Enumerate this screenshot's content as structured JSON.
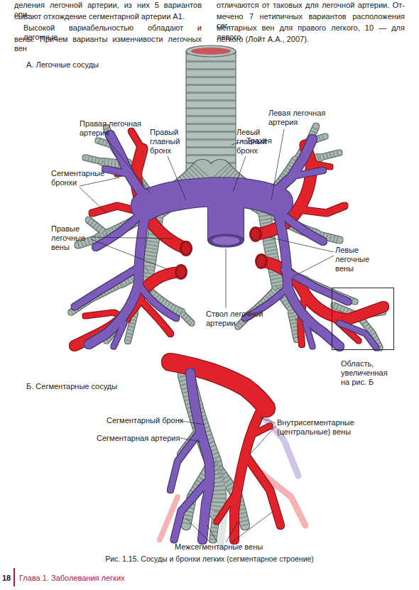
{
  "diagram": {
    "caption": "Рис. 1.15. Сосуды и бронхи легких (сегментарное строение)",
    "nodes": [
      {
        "text": [
          "Область, увеличенная на рис. Б"
        ]
      }
    ],
    "labels": [
      "деления легочной артерии, из них 5 вариантов опи-",
      "сывают отхождение сегментарной артерии А1.",
      "Высокой вариабельностью обладают и легочные",
      "вены. Причем варианты изменчивости легочных вен",
      "отличаются от таковых для легочной артерии. От-",
      "мечено 7 нетипичных вариантов расположения сег-",
      "ментарных вен для правого легкого, 10 — для левого",
      "легкого (Лойт А.А., 2007).",
      "А. Легочные сосуды",
      "Трахея",
      "Правая легочная артерия",
      "Правый главный бронх",
      "Левый главный бронх",
      "Левая легочная артерия",
      "Сегментарные бронхи",
      "Правые легочные вены",
      "Левые легочные вены",
      "Ствол легочной артерии",
      "Б. Сегментарные сосуды",
      "Сегментарный бронх",
      "Сегментарная артерия",
      "Внутрисегментарные (центральные) вены",
      "Межсегментарные вены",
      "18",
      "Глава 1. Заболевания легких"
    ]
  }
}
